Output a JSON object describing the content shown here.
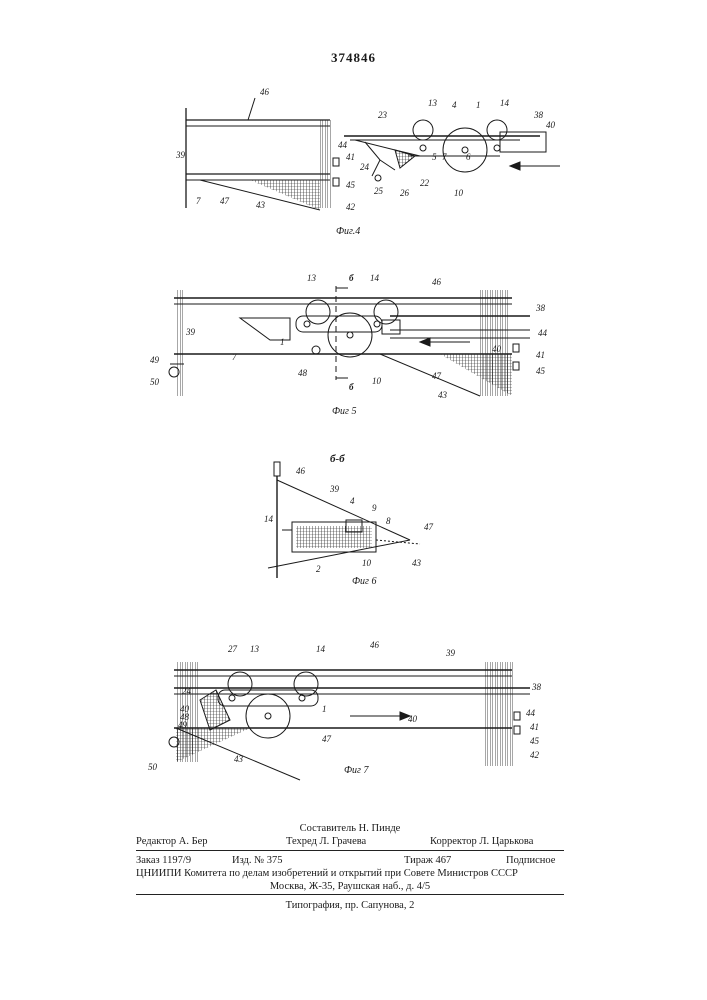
{
  "patent_number": "374846",
  "figures": {
    "fig4": {
      "caption": "Фиг.4",
      "labels": [
        "46",
        "13",
        "4",
        "1",
        "14",
        "38",
        "40",
        "23",
        "44",
        "41",
        "39",
        "5",
        "7",
        "6",
        "24",
        "22",
        "25",
        "26",
        "10",
        "45",
        "7",
        "47",
        "43",
        "42"
      ]
    },
    "fig5": {
      "caption": "Фиг 5",
      "section_mark": "б",
      "labels": [
        "13",
        "14",
        "46",
        "38",
        "39",
        "44",
        "1",
        "41",
        "40",
        "49",
        "45",
        "50",
        "7",
        "48",
        "10",
        "47",
        "43"
      ]
    },
    "fig6": {
      "caption": "Фиг 6",
      "section_title": "б-б",
      "labels": [
        "46",
        "39",
        "4",
        "9",
        "8",
        "47",
        "14",
        "10",
        "43",
        "2"
      ]
    },
    "fig7": {
      "caption": "Фиг 7",
      "labels": [
        "27",
        "13",
        "14",
        "46",
        "39",
        "38",
        "24",
        "40",
        "48",
        "49",
        "1",
        "40",
        "44",
        "41",
        "45",
        "42",
        "47",
        "43",
        "50"
      ]
    }
  },
  "imprint": {
    "compiler": "Составитель Н. Пинде",
    "editor": "Редактор А. Бер",
    "techred": "Техред Л. Грачева",
    "corrector": "Корректор Л. Царькова",
    "order": "Заказ 1197/9",
    "publication": "Изд. № 375",
    "circulation": "Тираж 467",
    "subscription": "Подписное",
    "institute": "ЦНИИПИ Комитета по делам изобретений и открытий при Совете Министров СССР",
    "address": "Москва, Ж-35, Раушская наб., д. 4/5",
    "printing": "Типография, пр. Сапунова, 2"
  }
}
